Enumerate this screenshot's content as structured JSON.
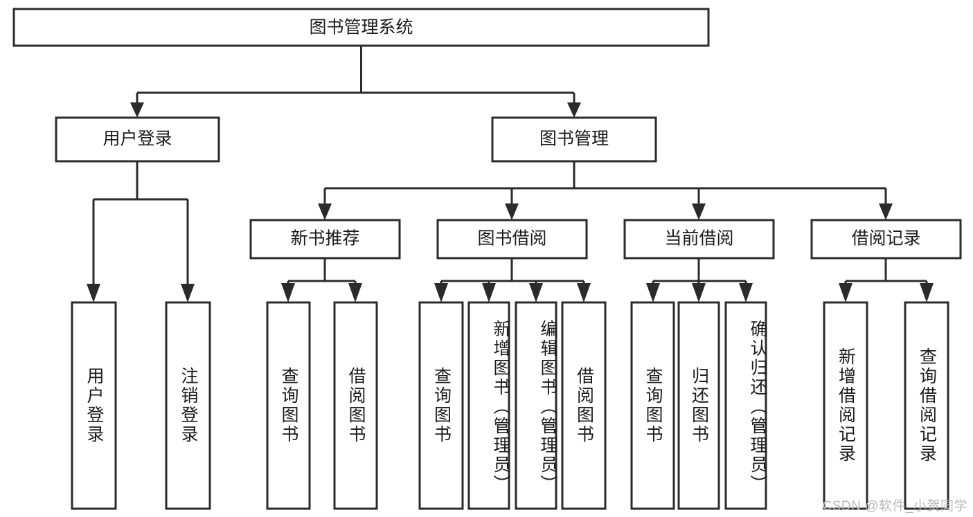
{
  "diagram": {
    "title_node": {
      "label": "图书管理系统"
    },
    "level1": [
      {
        "id": "user-login",
        "label": "用户登录"
      },
      {
        "id": "book-management",
        "label": "图书管理"
      }
    ],
    "level2": [
      {
        "id": "new-book-recommend",
        "label": "新书推荐",
        "parent": "book-management"
      },
      {
        "id": "book-borrow",
        "label": "图书借阅",
        "parent": "book-management"
      },
      {
        "id": "current-borrow",
        "label": "当前借阅",
        "parent": "book-management"
      },
      {
        "id": "borrow-record",
        "label": "借阅记录",
        "parent": "book-management"
      }
    ],
    "leaves": [
      {
        "id": "leaf-user-login",
        "label": "用户登录",
        "parent": "user-login",
        "align": "center"
      },
      {
        "id": "leaf-logout-login",
        "label": "注销登录",
        "parent": "user-login",
        "align": "center"
      },
      {
        "id": "leaf-query-book-1",
        "label": "查询图书",
        "parent": "new-book-recommend",
        "align": "center"
      },
      {
        "id": "leaf-borrow-book-1",
        "label": "借阅图书",
        "parent": "new-book-recommend",
        "align": "center"
      },
      {
        "id": "leaf-query-book-2",
        "label": "查询图书",
        "parent": "book-borrow",
        "align": "center"
      },
      {
        "id": "leaf-add-book",
        "label": "新增图书（管理员）",
        "parent": "book-borrow",
        "align": "top"
      },
      {
        "id": "leaf-edit-book",
        "label": "编辑图书（管理员）",
        "parent": "book-borrow",
        "align": "top"
      },
      {
        "id": "leaf-borrow-book-2",
        "label": "借阅图书",
        "parent": "book-borrow",
        "align": "center"
      },
      {
        "id": "leaf-query-book-3",
        "label": "查询图书",
        "parent": "current-borrow",
        "align": "center"
      },
      {
        "id": "leaf-return-book",
        "label": "归还图书",
        "parent": "current-borrow",
        "align": "center"
      },
      {
        "id": "leaf-confirm-return",
        "label": "确认归还（管理员）",
        "parent": "current-borrow",
        "align": "top"
      },
      {
        "id": "leaf-add-borrow-record",
        "label": "新增借阅记录",
        "parent": "borrow-record",
        "align": "center"
      },
      {
        "id": "leaf-query-borrow-record",
        "label": "查询借阅记录",
        "parent": "borrow-record",
        "align": "center"
      }
    ]
  },
  "watermark": {
    "text": "CSDN @软件_小贺同学"
  },
  "colors": {
    "stroke": "#2b2b2b",
    "box_fill": "#ffffff",
    "text": "#1b1b1b",
    "watermark": "#b9b9b9",
    "background": "#ffffff"
  }
}
